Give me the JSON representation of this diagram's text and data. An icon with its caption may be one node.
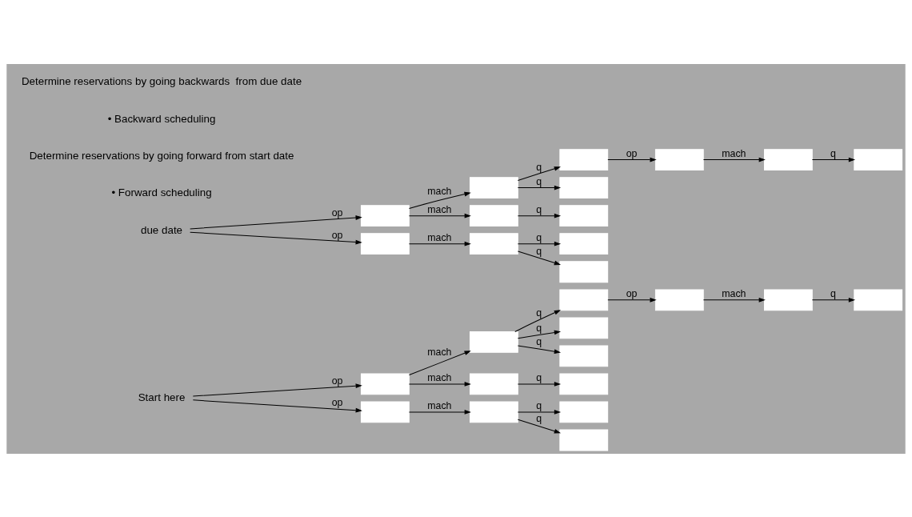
{
  "diagram": {
    "nodes": [
      {
        "text": [
          "Start here"
        ]
      },
      {
        "text": [],
        "shape": "box"
      },
      {
        "text": [],
        "shape": "box"
      },
      {
        "text": [],
        "shape": "box"
      },
      {
        "text": [],
        "shape": "box"
      },
      {
        "text": [],
        "shape": "box"
      },
      {
        "text": [],
        "shape": "box"
      },
      {
        "text": [],
        "shape": "box"
      },
      {
        "text": [],
        "shape": "box"
      },
      {
        "text": [],
        "shape": "box"
      },
      {
        "text": [],
        "shape": "box"
      },
      {
        "text": [],
        "shape": "box"
      },
      {
        "text": [],
        "shape": "box"
      },
      {
        "text": [],
        "shape": "box"
      },
      {
        "text": [],
        "shape": "box"
      },
      {
        "text": [],
        "shape": "box"
      },
      {
        "text": [],
        "shape": "box"
      },
      {
        "text": [],
        "shape": "box"
      },
      {
        "text": [],
        "shape": "box"
      },
      {
        "text": [],
        "shape": "box"
      },
      {
        "text": [],
        "shape": "box"
      },
      {
        "text": [],
        "shape": "box"
      },
      {
        "text": [],
        "shape": "box"
      },
      {
        "text": [],
        "shape": "box"
      },
      {
        "text": [],
        "shape": "box"
      },
      {
        "text": [],
        "shape": "box"
      },
      {
        "text": [],
        "shape": "box"
      },
      {
        "text": [],
        "shape": "box"
      },
      {
        "text": [
          "due date"
        ]
      }
    ],
    "edges": [
      {
        "from": 0,
        "to": 1,
        "arrow": "to",
        "label": "op"
      },
      {
        "from": 0,
        "to": 2,
        "arrow": "to",
        "label": "op"
      },
      {
        "from": 1,
        "to": 3,
        "arrow": "to",
        "label": "mach"
      },
      {
        "from": 1,
        "to": 4,
        "arrow": "to",
        "label": "mach"
      },
      {
        "from": 2,
        "to": 5,
        "arrow": "to",
        "label": "mach"
      },
      {
        "from": 3,
        "to": 6,
        "arrow": "to",
        "label": "q"
      },
      {
        "from": 3,
        "to": 7,
        "arrow": "to",
        "label": "q"
      },
      {
        "from": 3,
        "to": 8,
        "arrow": "to",
        "label": "q"
      },
      {
        "from": 4,
        "to": 9,
        "arrow": "to",
        "label": "q"
      },
      {
        "from": 5,
        "to": 10,
        "arrow": "to",
        "label": "q"
      },
      {
        "from": 5,
        "to": 11,
        "arrow": "to",
        "label": "q"
      },
      {
        "from": 6,
        "to": 12,
        "arrow": "to",
        "label": "op"
      },
      {
        "from": 12,
        "to": 13,
        "arrow": "to",
        "label": "mach"
      },
      {
        "from": 13,
        "to": 14,
        "arrow": "to",
        "label": "q"
      },
      {
        "from": 28,
        "to": 26,
        "arrow": "to",
        "label": "op"
      },
      {
        "from": 28,
        "to": 27,
        "arrow": "to",
        "label": "op"
      },
      {
        "from": 26,
        "to": 23,
        "arrow": "to",
        "label": "mach"
      },
      {
        "from": 26,
        "to": 24,
        "arrow": "to",
        "label": "mach"
      },
      {
        "from": 27,
        "to": 25,
        "arrow": "to",
        "label": "mach"
      },
      {
        "from": 23,
        "to": 18,
        "arrow": "to",
        "label": "q"
      },
      {
        "from": 23,
        "to": 19,
        "arrow": "to",
        "label": "q"
      },
      {
        "from": 24,
        "to": 20,
        "arrow": "to",
        "label": "q"
      },
      {
        "from": 25,
        "to": 21,
        "arrow": "to",
        "label": "q"
      },
      {
        "from": 25,
        "to": 22,
        "arrow": "to",
        "label": "q"
      },
      {
        "from": 18,
        "to": 17,
        "arrow": "to",
        "label": "op"
      },
      {
        "from": 17,
        "to": 16,
        "arrow": "to",
        "label": "mach"
      },
      {
        "from": 16,
        "to": 15,
        "arrow": "to",
        "label": "q"
      }
    ],
    "labels": [
      "• Forward scheduling",
      "Determine reservations by going forward from start date",
      "• Backward scheduling",
      "Determine reservations by going backwards  from due date"
    ]
  }
}
